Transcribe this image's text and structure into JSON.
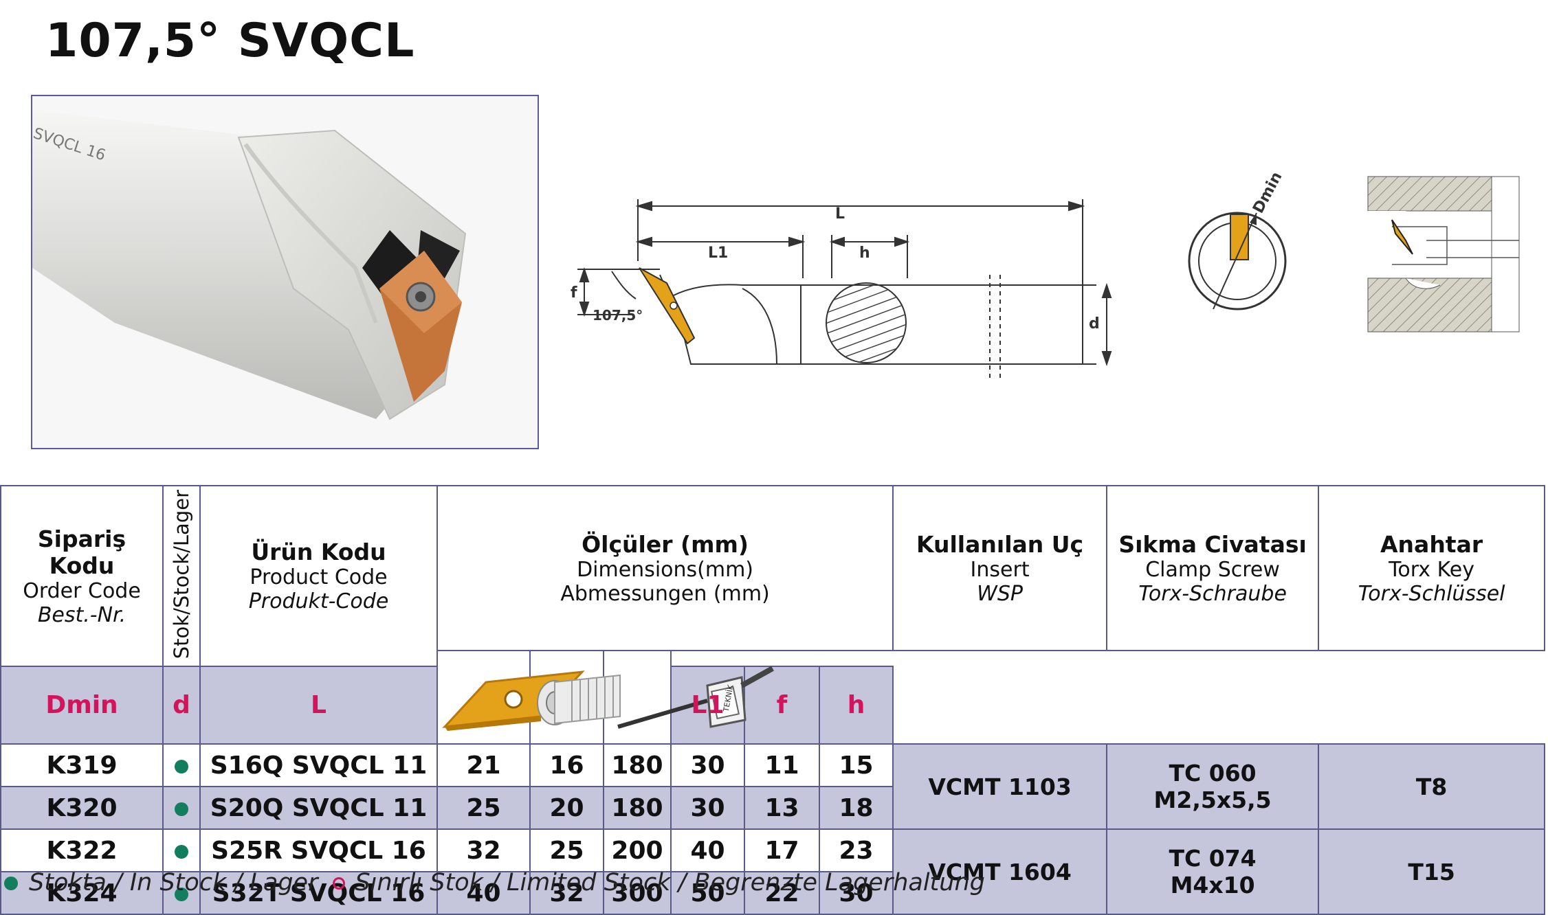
{
  "title": "107,5° SVQCL",
  "photo": {
    "engraving": "SVQCL 16"
  },
  "drawing": {
    "labels": {
      "L": "L",
      "L1": "L1",
      "h": "h",
      "f": "f",
      "d": "d",
      "angle": "107,5°",
      "dmin": "Dmin"
    }
  },
  "table": {
    "headers": {
      "order": {
        "tr": "Sipariş Kodu",
        "en": "Order Code",
        "de": "Best.-Nr."
      },
      "stock": "Stok/Stock/Lager",
      "product": {
        "tr": "Ürün Kodu",
        "en": "Product Code",
        "de": "Produkt-Code"
      },
      "dimensions": {
        "tr": "Ölçüler (mm)",
        "en": "Dimensions(mm)",
        "de": "Abmessungen (mm)"
      },
      "insert": {
        "tr": "Kullanılan Uç",
        "en": "Insert",
        "de": "WSP"
      },
      "screw": {
        "tr": "Sıkma Civatası",
        "en": "Clamp Screw",
        "de": "Torx-Schraube"
      },
      "key": {
        "tr": "Anahtar",
        "en": "Torx Key",
        "de": "Torx-Schlüssel"
      },
      "dim_cols": [
        "Dmin",
        "d",
        "L",
        "L1",
        "f",
        "h"
      ]
    },
    "rows": [
      {
        "order": "K319",
        "product": "S16Q SVQCL 11",
        "dims": [
          "21",
          "16",
          "180",
          "30",
          "11",
          "15"
        ]
      },
      {
        "order": "K320",
        "product": "S20Q SVQCL 11",
        "dims": [
          "25",
          "20",
          "180",
          "30",
          "13",
          "18"
        ]
      },
      {
        "order": "K322",
        "product": "S25R SVQCL 16",
        "dims": [
          "32",
          "25",
          "200",
          "40",
          "17",
          "23"
        ]
      },
      {
        "order": "K324",
        "product": "S32T SVQCL 16",
        "dims": [
          "40",
          "32",
          "300",
          "50",
          "22",
          "30"
        ]
      }
    ],
    "groups": [
      {
        "insert": "VCMT 1103",
        "screw_line1": "TC 060",
        "screw_line2": "M2,5x5,5",
        "key": "T8"
      },
      {
        "insert": "VCMT 1604",
        "screw_line1": "TC 074",
        "screw_line2": "M4x10",
        "key": "T15"
      }
    ],
    "stock_status": "in-stock",
    "key_brand": "TEKNİK"
  },
  "legend": {
    "in_stock": "Stokta / In Stock / Lager",
    "limited": "Sınırlı Stok / Limited Stock / Begrenzte Lagerhaltung"
  },
  "colors": {
    "accent": "#d4145a",
    "stock_dot": "#127e5e",
    "row_shade": "#c5c5dc",
    "border": "#5a5a8a",
    "insert_gold": "#e3a21a"
  }
}
